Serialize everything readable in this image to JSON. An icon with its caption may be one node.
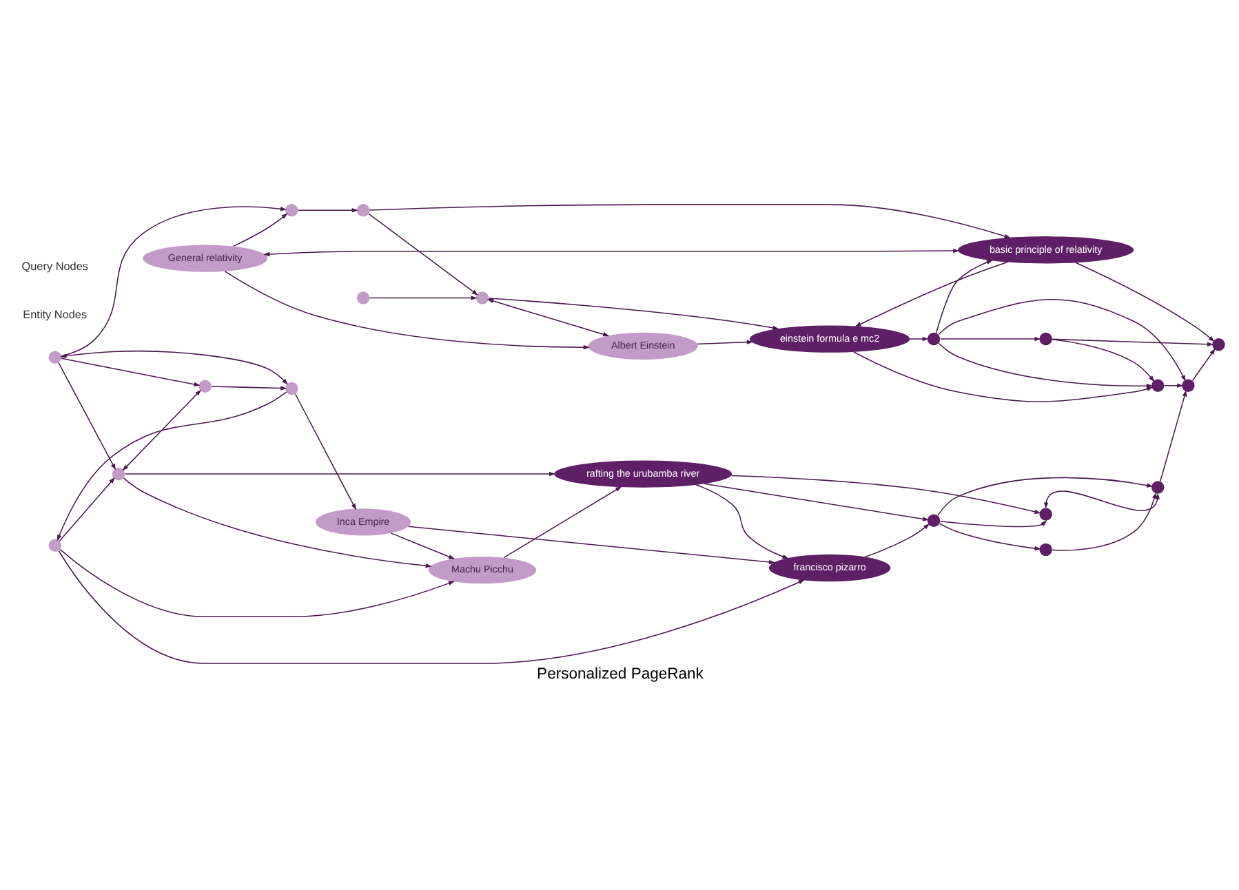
{
  "diagram": {
    "caption": "Personalized PageRank",
    "nodes": [
      {
        "text": [
          "General relativity"
        ]
      },
      {
        "text": [
          "Albert Einstein"
        ]
      },
      {
        "text": [
          "Inca Empire"
        ]
      },
      {
        "text": [
          "Machu Picchu"
        ]
      },
      {
        "text": [
          "basic principle of relativity"
        ]
      },
      {
        "text": [
          "einstein formula e mc2"
        ]
      },
      {
        "text": [
          "francisco pizarro"
        ]
      },
      {
        "text": [
          "rafting the urubamba river"
        ]
      },
      {
        "text": [],
        "shape": "circle"
      },
      {
        "text": [],
        "shape": "circle"
      },
      {
        "text": [],
        "shape": "circle"
      },
      {
        "text": [],
        "shape": "circle"
      },
      {
        "text": [],
        "shape": "circle"
      },
      {
        "text": [],
        "shape": "circle"
      },
      {
        "text": [],
        "shape": "circle"
      },
      {
        "text": [],
        "shape": "circle"
      },
      {
        "text": [],
        "shape": "circle"
      },
      {
        "text": [],
        "shape": "circle"
      },
      {
        "text": [],
        "shape": "circle"
      },
      {
        "text": [],
        "shape": "circle"
      },
      {
        "text": [],
        "shape": "circle"
      },
      {
        "text": [],
        "shape": "circle"
      },
      {
        "text": [],
        "shape": "circle"
      },
      {
        "text": [],
        "shape": "circle"
      },
      {
        "text": [],
        "shape": "circle"
      },
      {
        "text": [],
        "shape": "circle"
      }
    ],
    "edges": [
      {
        "from": 12,
        "to": 8,
        "arrow": "to"
      },
      {
        "from": 0,
        "to": 4,
        "arrow": "both"
      },
      {
        "from": 9,
        "to": 4,
        "arrow": "to"
      },
      {
        "from": 0,
        "to": 8,
        "arrow": "to"
      },
      {
        "from": 8,
        "to": 9,
        "arrow": "to"
      },
      {
        "from": 10,
        "to": 11,
        "arrow": "to"
      },
      {
        "from": 9,
        "to": 11,
        "arrow": "to"
      },
      {
        "from": 11,
        "to": 1,
        "arrow": "both"
      },
      {
        "from": 11,
        "to": 5,
        "arrow": "to"
      },
      {
        "from": 0,
        "to": 1,
        "arrow": "to"
      },
      {
        "from": 4,
        "to": 5,
        "arrow": "to"
      },
      {
        "from": 5,
        "to": 17,
        "arrow": "to"
      },
      {
        "from": 17,
        "to": 4,
        "arrow": "to"
      },
      {
        "from": 17,
        "to": 18,
        "arrow": "to"
      },
      {
        "from": 17,
        "to": 21,
        "arrow": "to"
      },
      {
        "from": 17,
        "to": 20,
        "arrow": "to"
      },
      {
        "from": 18,
        "to": 19,
        "arrow": "to"
      },
      {
        "from": 18,
        "to": 20,
        "arrow": "to"
      },
      {
        "from": 4,
        "to": 19,
        "arrow": "to"
      },
      {
        "from": 20,
        "to": 21,
        "arrow": "to"
      },
      {
        "from": 5,
        "to": 20,
        "arrow": "to"
      },
      {
        "from": 23,
        "to": 21,
        "arrow": "to"
      },
      {
        "from": 21,
        "to": 19,
        "arrow": "to"
      },
      {
        "from": 22,
        "to": 23,
        "arrow": "to"
      },
      {
        "from": 25,
        "to": 22,
        "arrow": "to"
      },
      {
        "from": 25,
        "to": 23,
        "arrow": "to"
      },
      {
        "from": 24,
        "to": 23,
        "arrow": "both"
      },
      {
        "from": 25,
        "to": 24,
        "arrow": "to"
      },
      {
        "from": 6,
        "to": 25,
        "arrow": "to"
      },
      {
        "from": 7,
        "to": 25,
        "arrow": "to"
      },
      {
        "from": 7,
        "to": 6,
        "arrow": "to"
      },
      {
        "from": 7,
        "to": 24,
        "arrow": "to"
      },
      {
        "from": 1,
        "to": 5,
        "arrow": "to"
      },
      {
        "from": 2,
        "to": 6,
        "arrow": "to"
      },
      {
        "from": 14,
        "to": 6,
        "arrow": "to"
      },
      {
        "from": 2,
        "to": 3,
        "arrow": "to"
      },
      {
        "from": 3,
        "to": 7,
        "arrow": "to"
      },
      {
        "from": 15,
        "to": 7,
        "arrow": "to"
      },
      {
        "from": 13,
        "to": 2,
        "arrow": "to"
      },
      {
        "from": 13,
        "to": 14,
        "arrow": "to"
      },
      {
        "from": 12,
        "to": 13,
        "arrow": "both"
      },
      {
        "from": 12,
        "to": 15,
        "arrow": "to"
      },
      {
        "from": 12,
        "to": 16,
        "arrow": "to"
      },
      {
        "from": 16,
        "to": 13,
        "arrow": "to"
      },
      {
        "from": 15,
        "to": 16,
        "arrow": "both"
      },
      {
        "from": 14,
        "to": 15,
        "arrow": "to"
      },
      {
        "from": 14,
        "to": 3,
        "arrow": "to"
      },
      {
        "from": 15,
        "to": 3,
        "arrow": "to"
      }
    ],
    "labels": [
      "Entity Nodes",
      "Query Nodes"
    ]
  }
}
